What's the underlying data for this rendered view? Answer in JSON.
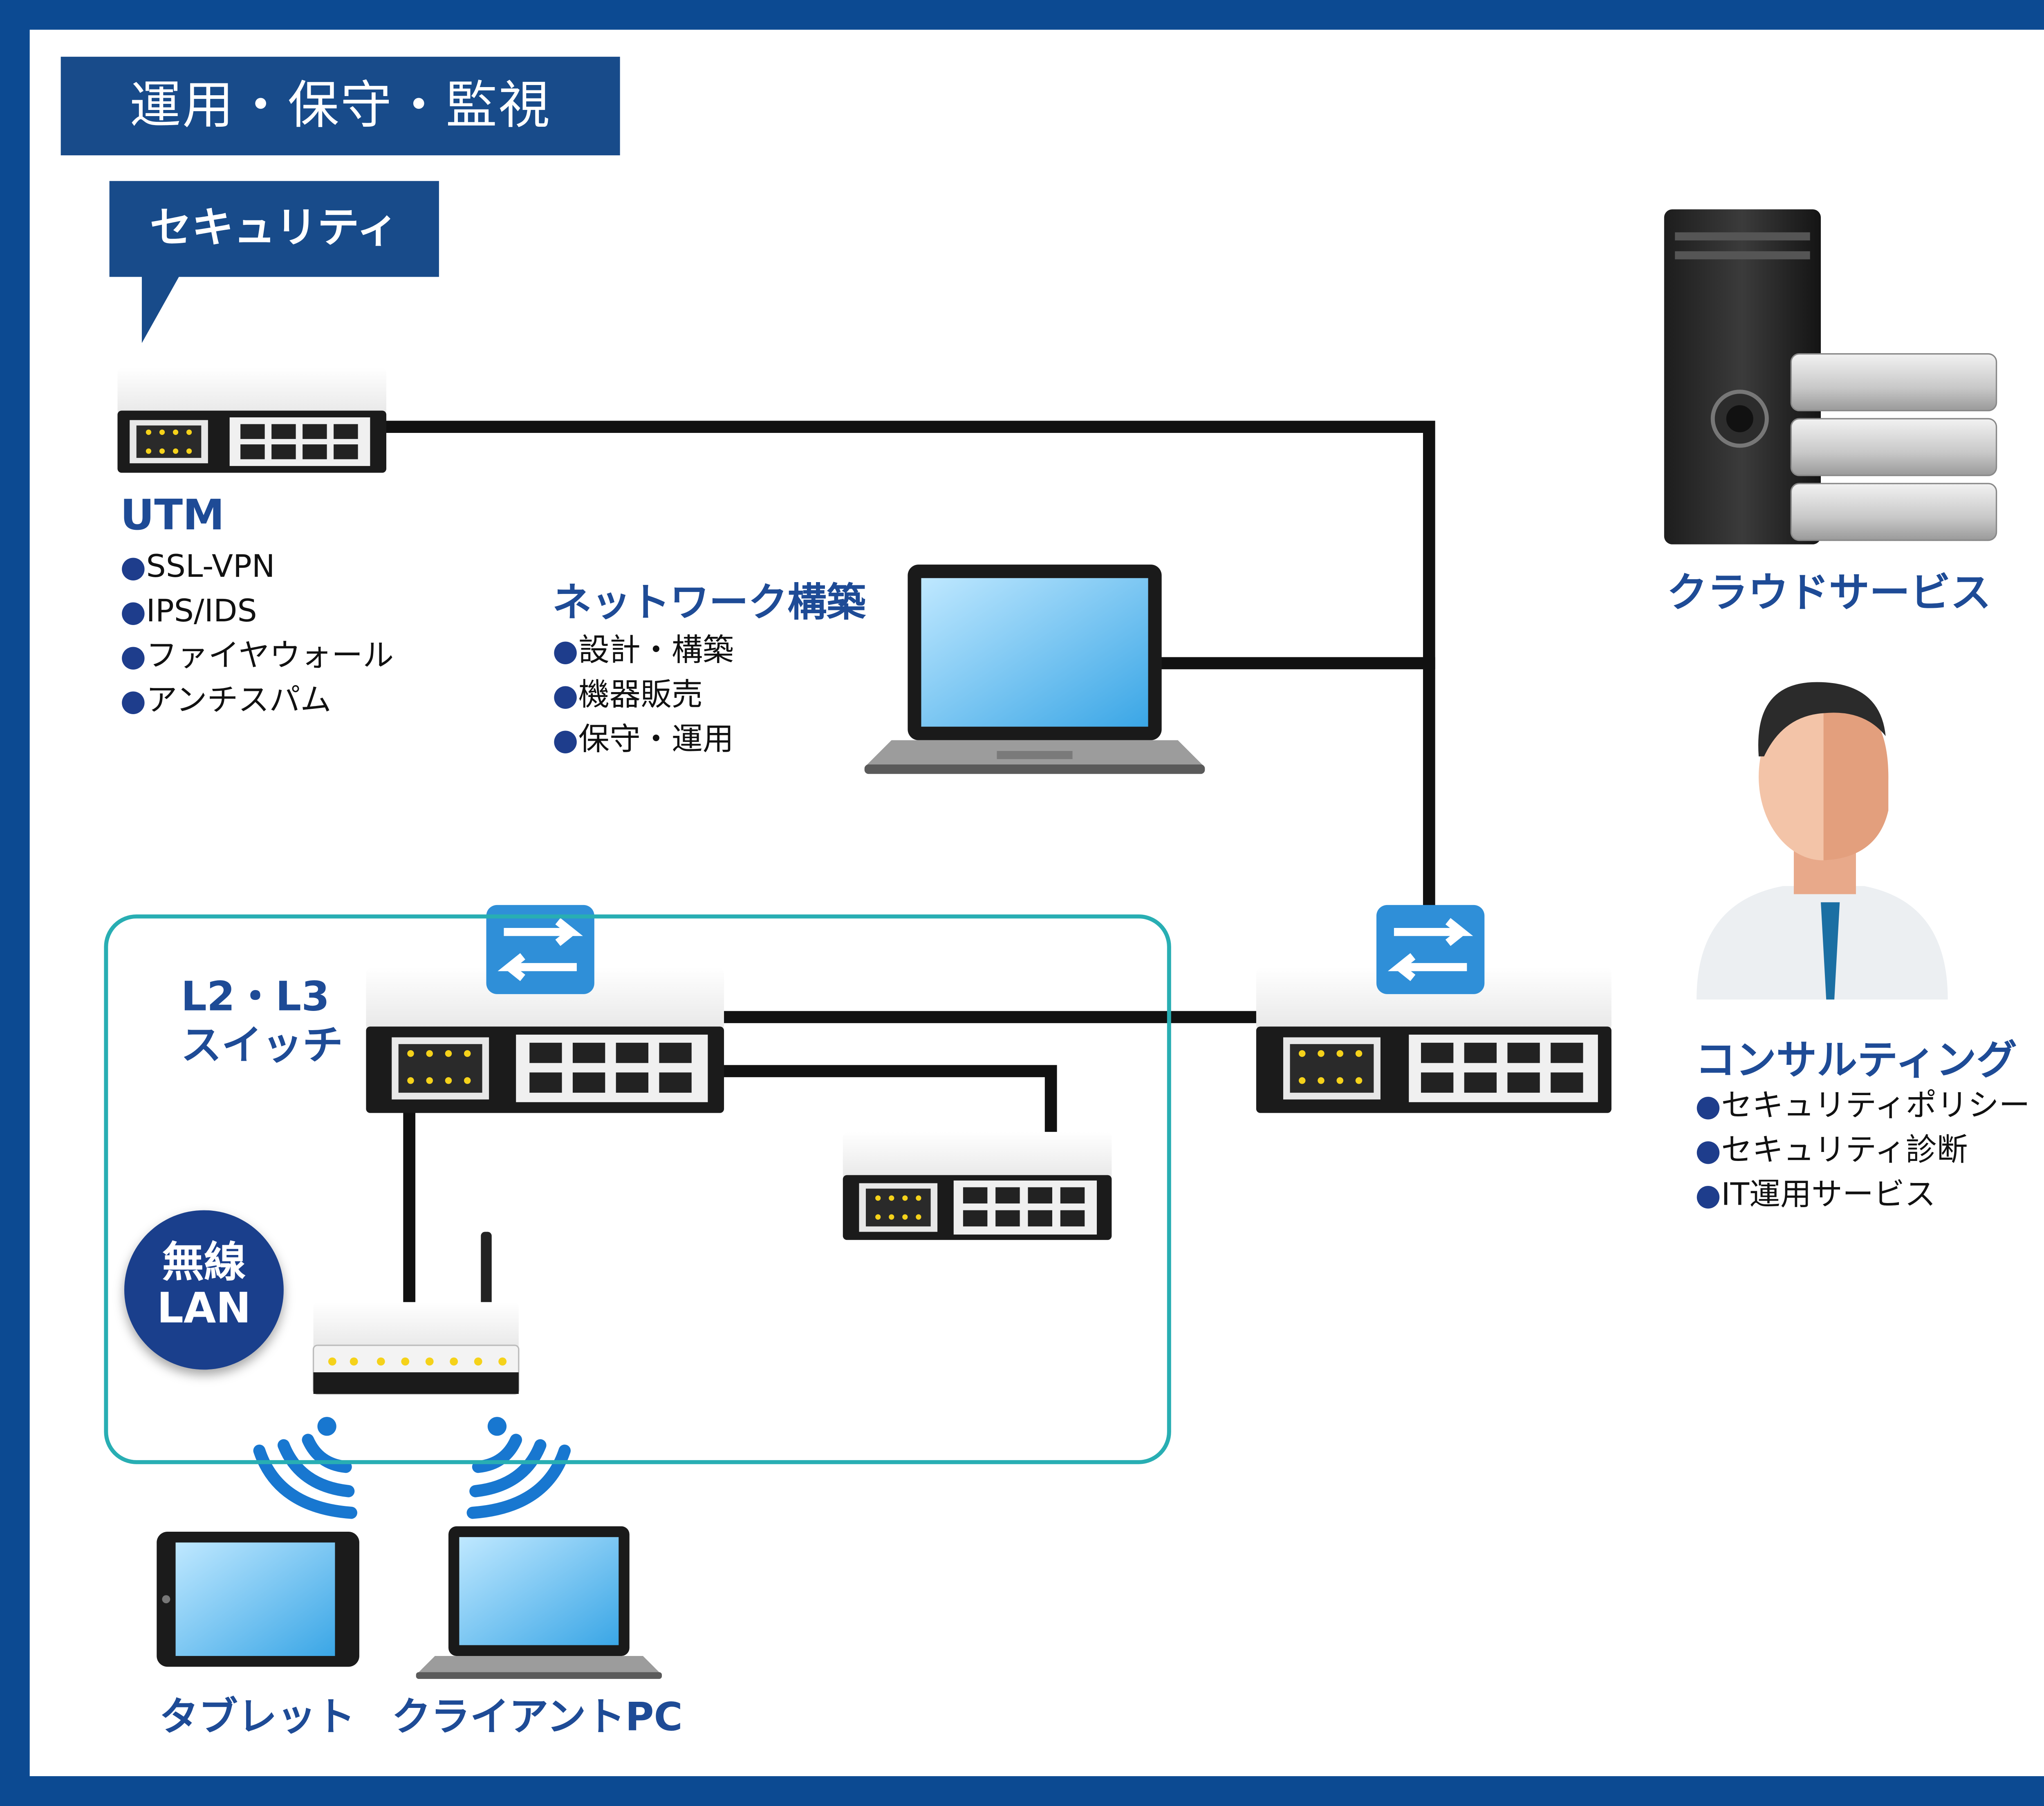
{
  "header": {
    "title": "運用・保守・監視"
  },
  "security_callout": {
    "label": "セキュリティ"
  },
  "utm": {
    "title": "UTM",
    "items": [
      "SSL-VPN",
      "IPS/IDS",
      "ファイヤウォール",
      "アンチスパム"
    ]
  },
  "network": {
    "title": "ネットワーク構築",
    "items": [
      "設計・構築",
      "機器販売",
      "保守・運用"
    ]
  },
  "cloud": {
    "title": "クラウドサービス"
  },
  "consulting": {
    "title": "コンサルティング",
    "items": [
      "セキュリティポリシー",
      "セキュリティ診断",
      "IT運用サービス"
    ]
  },
  "switch_label": {
    "line1": "L2・L3",
    "line2": "スイッチ"
  },
  "wireless_badge": {
    "line1": "無線",
    "line2": "LAN"
  },
  "tablet": {
    "label": "タブレット"
  },
  "client_pc": {
    "label": "クライアントPC"
  },
  "colors": {
    "frame": "#0c4a92",
    "header_bg": "#184b8a",
    "title_text": "#1e4b96",
    "lan_border": "#28aeb3",
    "badge": "#1a3f8c",
    "arrow_tile": "#2f8fd8"
  },
  "icons": [
    "switch-icon",
    "laptop-icon",
    "server-tower-icon",
    "database-icon",
    "person-icon",
    "router-icon",
    "tablet-icon",
    "wifi-icon",
    "arrows-icon"
  ]
}
